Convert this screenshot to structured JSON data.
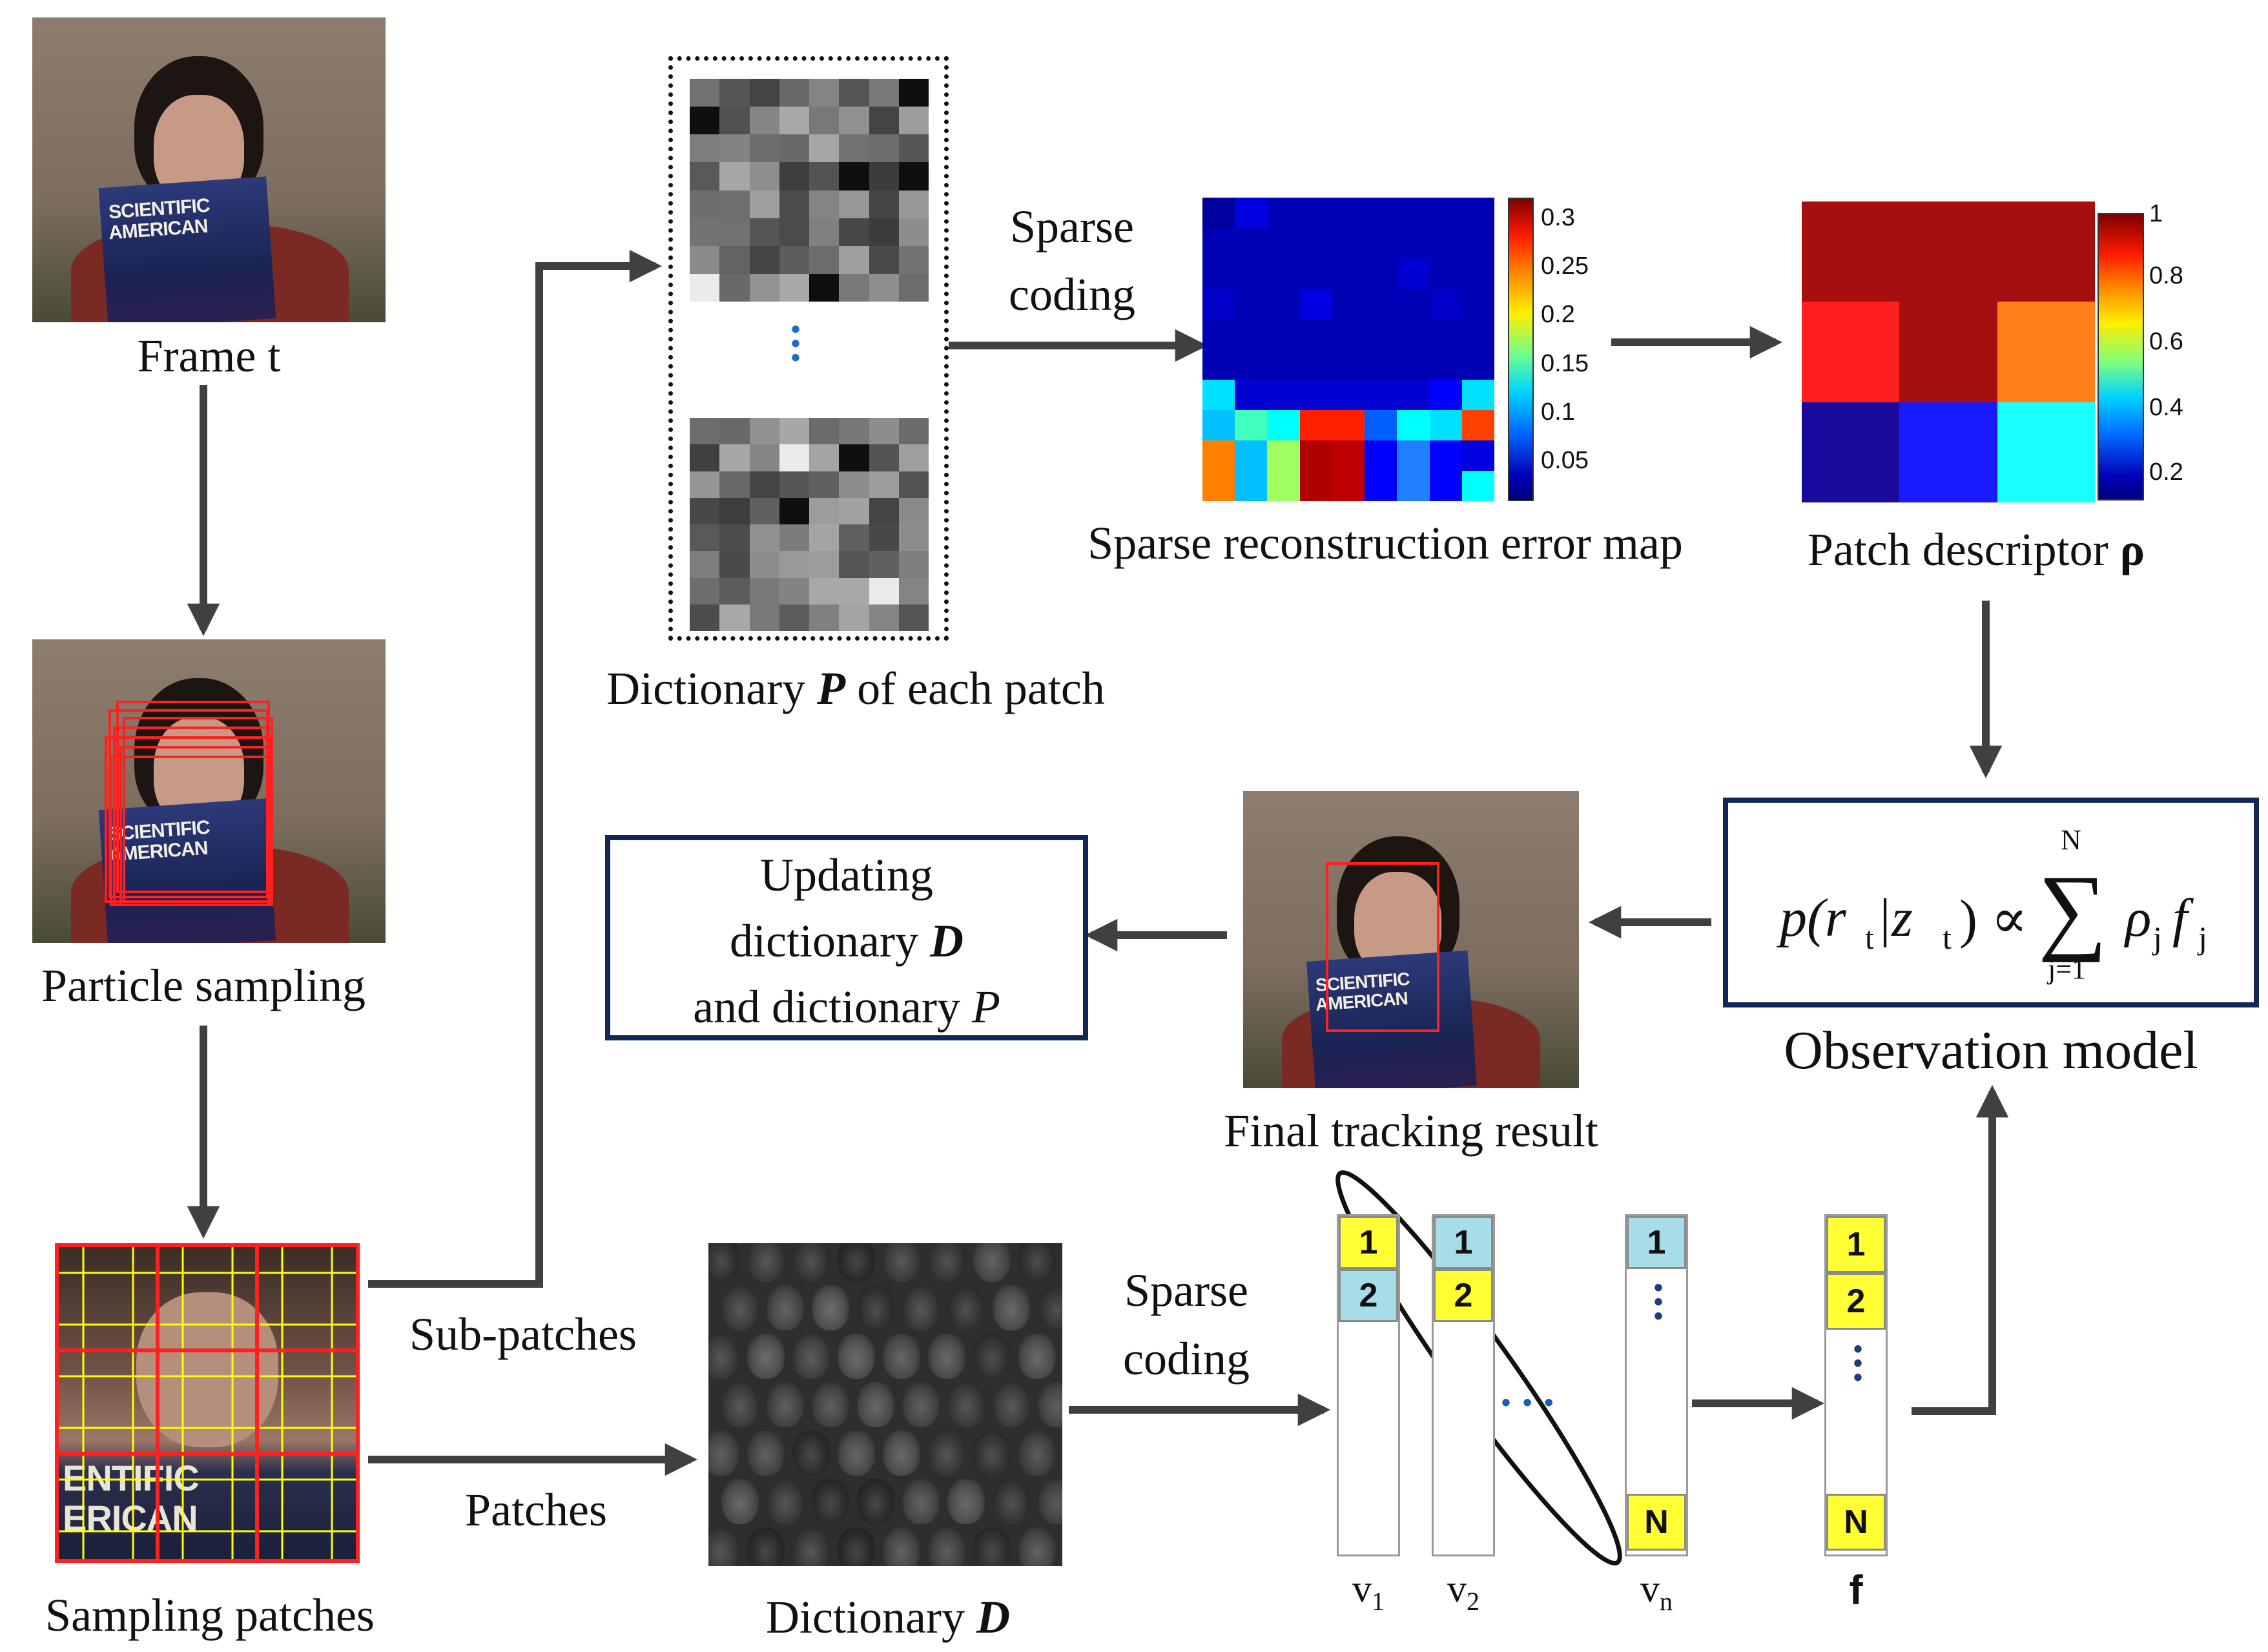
{
  "labels": {
    "frame_t": "Frame t",
    "particle_sampling": "Particle sampling",
    "sampling_patches": "Sampling patches",
    "dictionary_p_prefix": "Dictionary",
    "dictionary_p_symbol": "P",
    "dictionary_p_suffix": "of each patch",
    "sparse_coding_top_1": "Sparse",
    "sparse_coding_top_2": "coding",
    "error_map": "Sparse reconstruction error map",
    "patch_descriptor_prefix": "Patch descriptor",
    "patch_descriptor_symbol": "ρ",
    "observation_model": "Observation model",
    "final_result": "Final tracking result",
    "update_line1": "Updating",
    "update_line2_prefix": "dictionary",
    "update_line2_symbol": "D",
    "update_line3_prefix": "and dictionary",
    "update_line3_symbol": "P",
    "sub_patches": "Sub-patches",
    "patches": "Patches",
    "dictionary_d_prefix": "Dictionary",
    "dictionary_d_symbol": "D",
    "sparse_coding_bottom_1": "Sparse",
    "sparse_coding_bottom_2": "coding"
  },
  "photo_text": {
    "book_line1": "SCIENTIFIC",
    "book_line2": "AMERICAN",
    "patch_line1": "ENTIFIC",
    "patch_line2": "ERICAN"
  },
  "formula": {
    "p": "p(r",
    "sub_t1": "t",
    "bar": "|z",
    "sub_t2": "t",
    "close": ") ∝",
    "sum_top": "N",
    "sigma": "∑",
    "sum_bottom": "j=1",
    "rho": "ρ",
    "sub_j1": "j",
    "f": "f",
    "sub_j2": "j"
  },
  "error_colorbar_ticks": [
    "0.3",
    "0.25",
    "0.2",
    "0.15",
    "0.1",
    "0.05"
  ],
  "descriptor_colorbar_ticks": [
    "1",
    "0.8",
    "0.6",
    "0.4",
    "0.2"
  ],
  "vectors": {
    "v1_label": "v",
    "v1_sub": "1",
    "v2_label": "v",
    "v2_sub": "2",
    "vn_label": "v",
    "vn_sub": "n",
    "f_label": "f",
    "dots": "• • •",
    "cell_1": "1",
    "cell_2": "2",
    "cell_n": "N"
  },
  "colors": {
    "arrow": "#404040",
    "frame_blue": "#132559",
    "highlight_yellow": "#ffff33",
    "highlight_cyan": "#a6dde6",
    "box_red": "#ff2020",
    "grid_yellow": "#ffff00"
  }
}
